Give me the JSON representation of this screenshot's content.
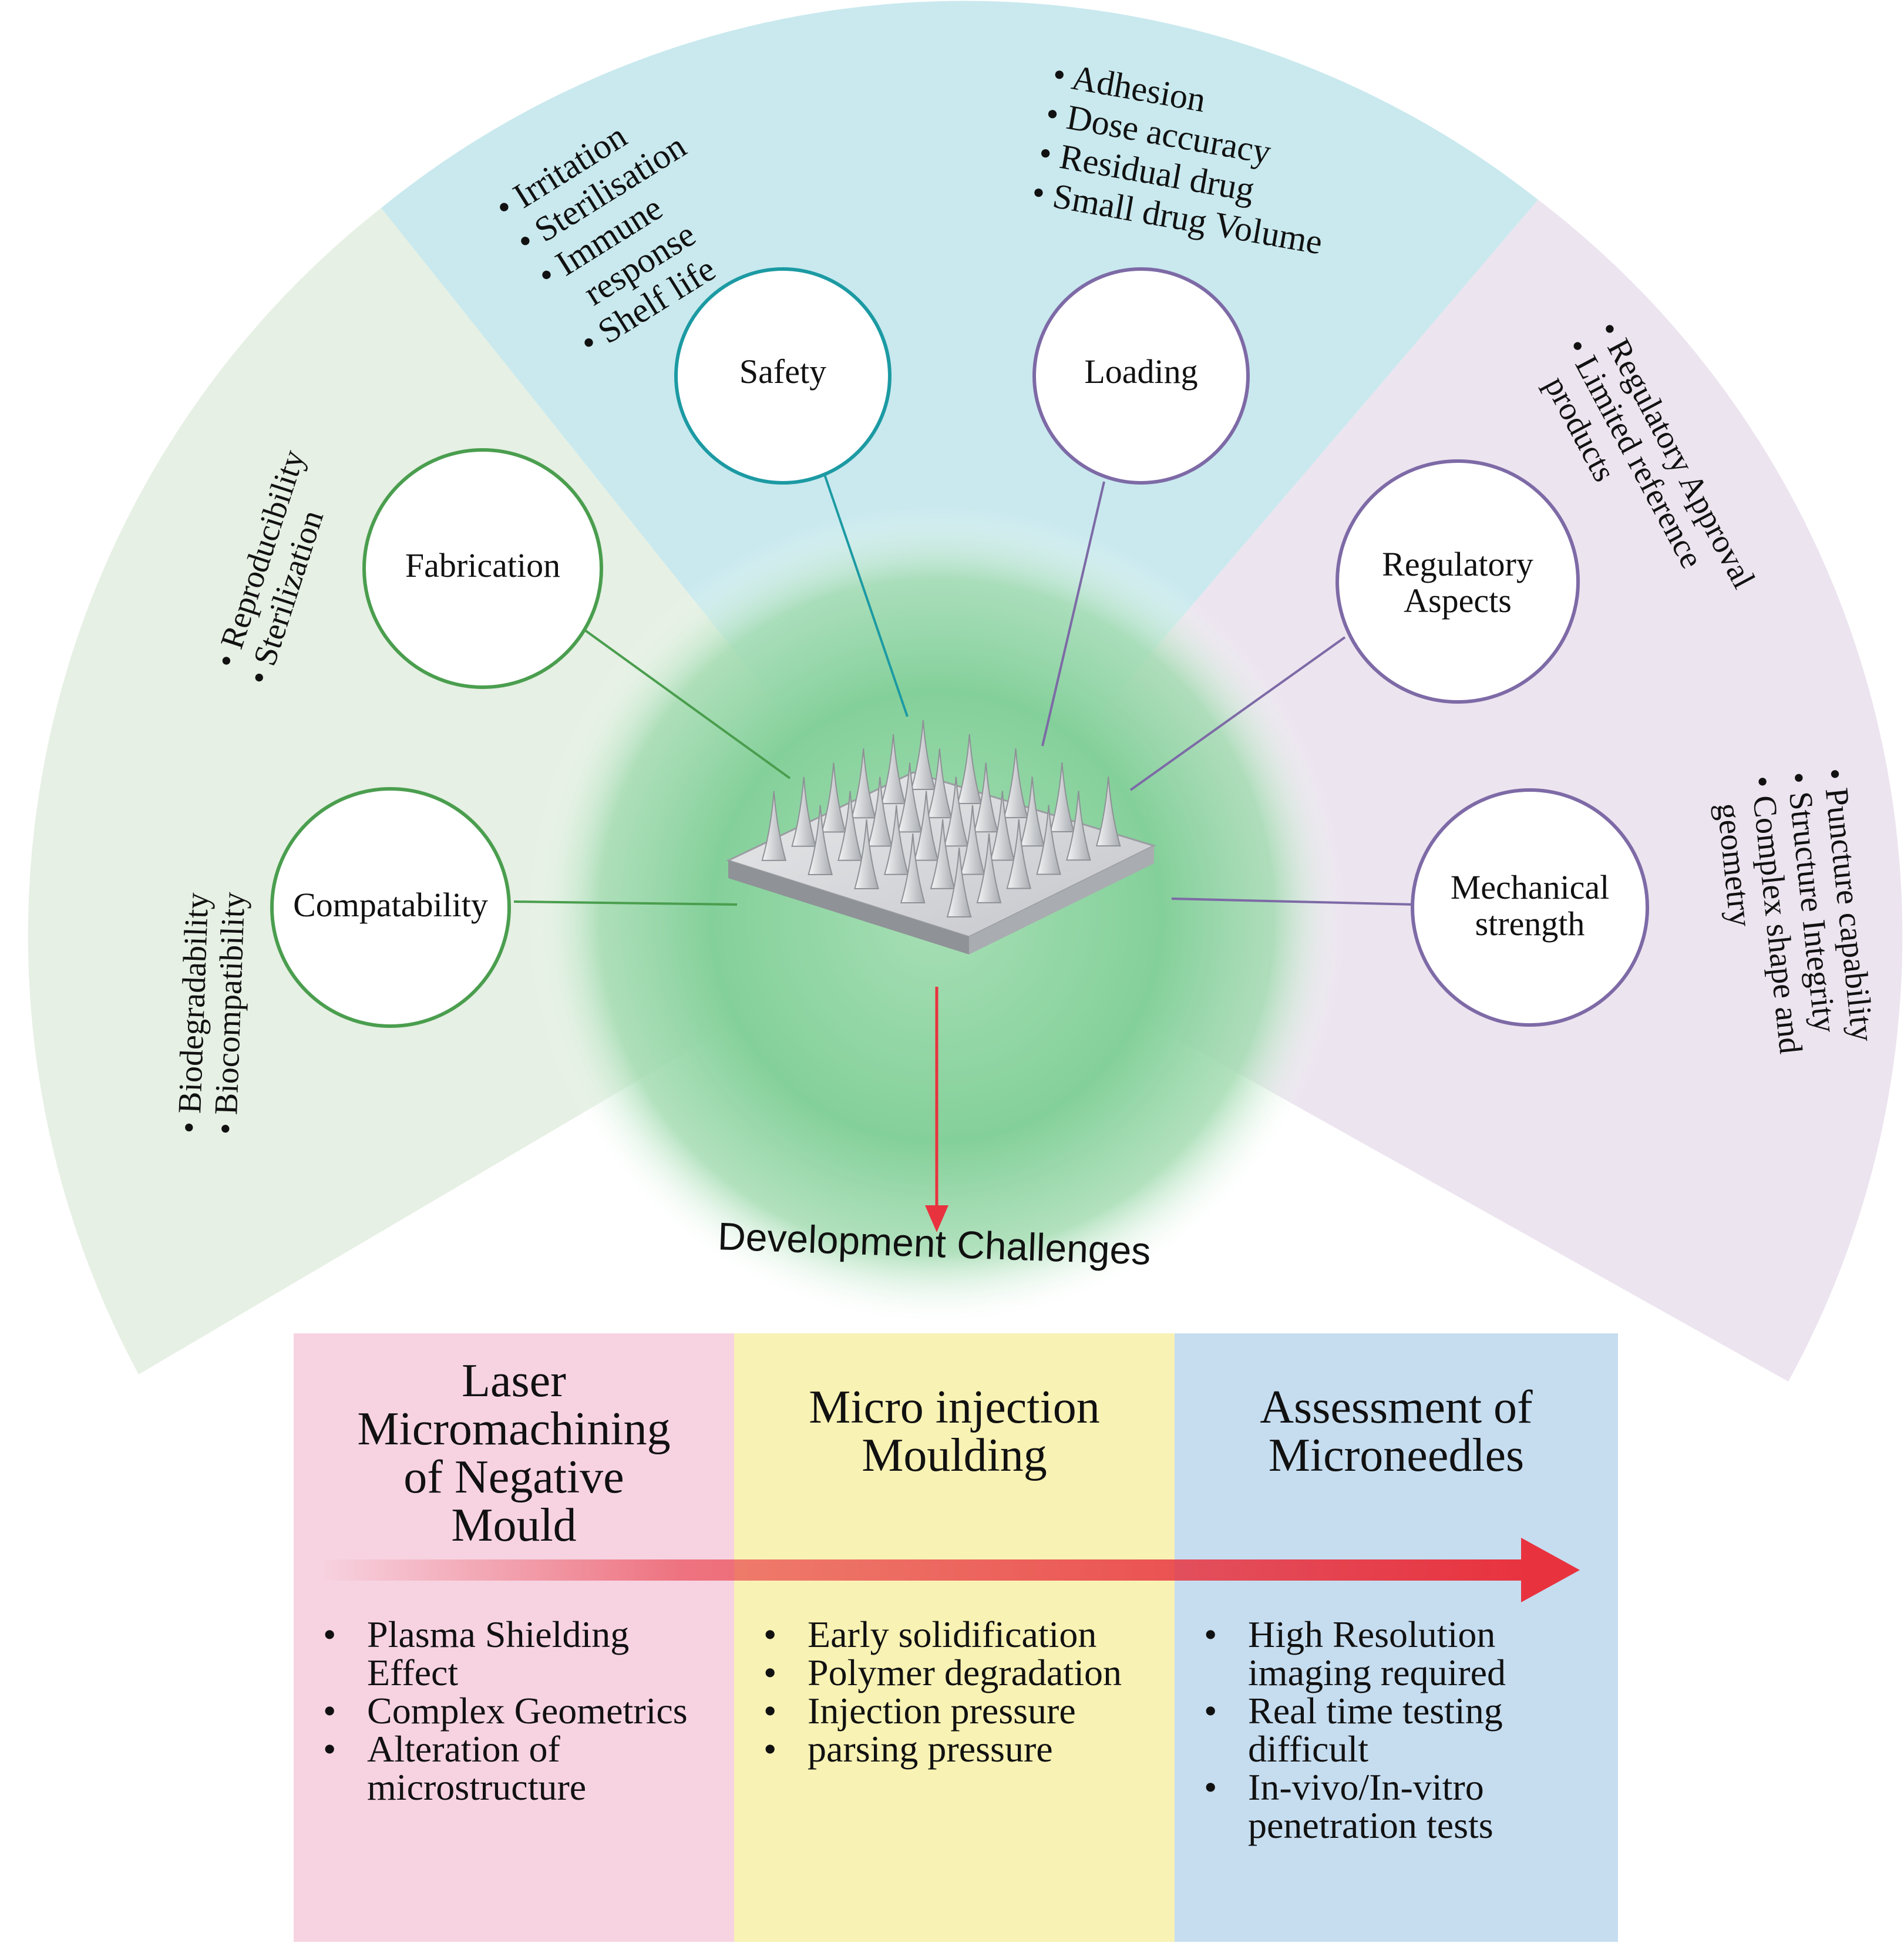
{
  "title": "Development Challenges",
  "colors": {
    "left_sector": "#e6f0e4",
    "top_sector": "#c9e9ee",
    "right_sector": "#ece4ef",
    "center_glow": "#7ccd93",
    "green_stroke": "#4a9e4e",
    "teal_stroke": "#1c9aa3",
    "purple_stroke": "#7d6aa6",
    "arrow_red": "#e8333f",
    "box_pink": "#f7d3e1",
    "box_yellow": "#f8f2b4",
    "box_blue": "#c6ddf0"
  },
  "nodes": {
    "safety": {
      "label": "Safety",
      "bullets": [
        "Irritation",
        "Sterilisation",
        "Immune",
        "response",
        "Shelf life"
      ]
    },
    "loading": {
      "label": "Loading",
      "bullets": [
        "Adhesion",
        "Dose accuracy",
        "Residual drug",
        "Small drug Volume"
      ]
    },
    "fabrication": {
      "label": "Fabrication",
      "bullets": [
        "Reproducibility",
        "Sterilization"
      ]
    },
    "compatability": {
      "label": "Compatability",
      "bullets": [
        "Biodegradability",
        "Biocompatibility"
      ]
    },
    "regulatory": {
      "label_lines": [
        "Regulatory",
        "Aspects"
      ],
      "bullets": [
        "Regulatory Approval",
        "Limited reference",
        "products"
      ]
    },
    "mechanical": {
      "label_lines": [
        "Mechanical",
        "strength"
      ],
      "bullets": [
        "Puncture capability",
        "Structure Integrity",
        "Complex shape and",
        "geometry"
      ]
    }
  },
  "stages": [
    {
      "title_lines": [
        "Laser",
        "Micromachining",
        "of Negative",
        "Mould"
      ],
      "items": [
        "Plasma Shielding Effect",
        "Complex Geometrics",
        "Alteration of microstructure"
      ]
    },
    {
      "title_lines": [
        "Micro injection",
        "Moulding"
      ],
      "items": [
        "Early solidification",
        "Polymer degradation",
        "Injection pressure",
        "parsing pressure"
      ]
    },
    {
      "title_lines": [
        "Assessment of",
        "Microneedles"
      ],
      "items": [
        "High Resolution imaging required",
        "Real time testing difficult",
        "In-vivo/In-vitro penetration tests"
      ]
    }
  ]
}
